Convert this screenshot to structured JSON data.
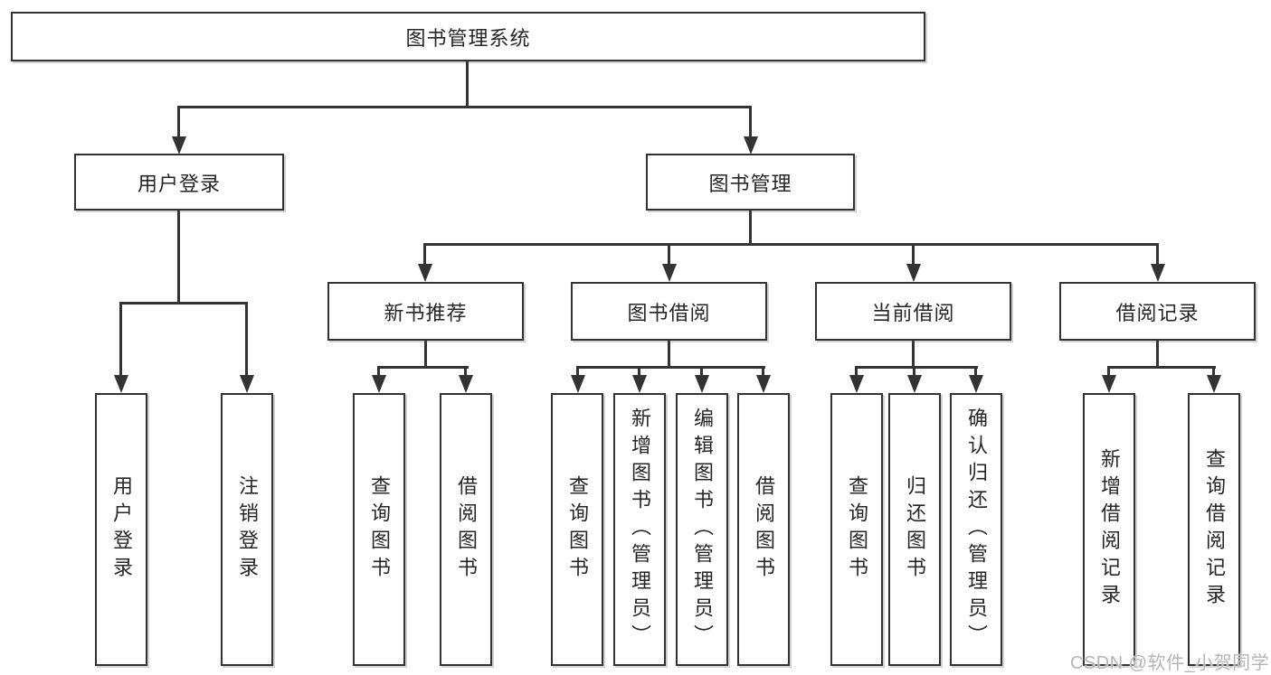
{
  "title": "图书管理系统",
  "watermark": "CSDN @软件_小贺同学",
  "colors": {
    "line": "#333333",
    "box_border": "#333333",
    "text": "#262626",
    "watermark": "#b5b5b5",
    "background": "#ffffff"
  },
  "nodes": {
    "root": "图书管理系统",
    "user_login": "用户登录",
    "book_management": "图书管理",
    "new_book_recommend": "新书推荐",
    "book_borrow": "图书借阅",
    "current_borrow": "当前借阅",
    "borrow_records": "借阅记录",
    "leaf_user_login": "用户登录",
    "leaf_logout": "注销登录",
    "leaf_query_book_recommend": "查询图书",
    "leaf_borrow_book_recommend": "借阅图书",
    "leaf_query_book_borrow": "查询图书",
    "leaf_add_book_admin": "新增图书（管理员）",
    "leaf_edit_book_admin": "编辑图书（管理员）",
    "leaf_borrow_book_borrow": "借阅图书",
    "leaf_query_book_current": "查询图书",
    "leaf_return_book": "归还图书",
    "leaf_confirm_return_admin": "确认归还（管理员）",
    "leaf_add_borrow_record": "新增借阅记录",
    "leaf_query_borrow_record": "查询借阅记录"
  },
  "hierarchy": {
    "图书管理系统": {
      "用户登录": [
        "用户登录",
        "注销登录"
      ],
      "图书管理": {
        "新书推荐": [
          "查询图书",
          "借阅图书"
        ],
        "图书借阅": [
          "查询图书",
          "新增图书（管理员）",
          "编辑图书（管理员）",
          "借阅图书"
        ],
        "当前借阅": [
          "查询图书",
          "归还图书",
          "确认归还（管理员）"
        ],
        "借阅记录": [
          "新增借阅记录",
          "查询借阅记录"
        ]
      }
    }
  }
}
